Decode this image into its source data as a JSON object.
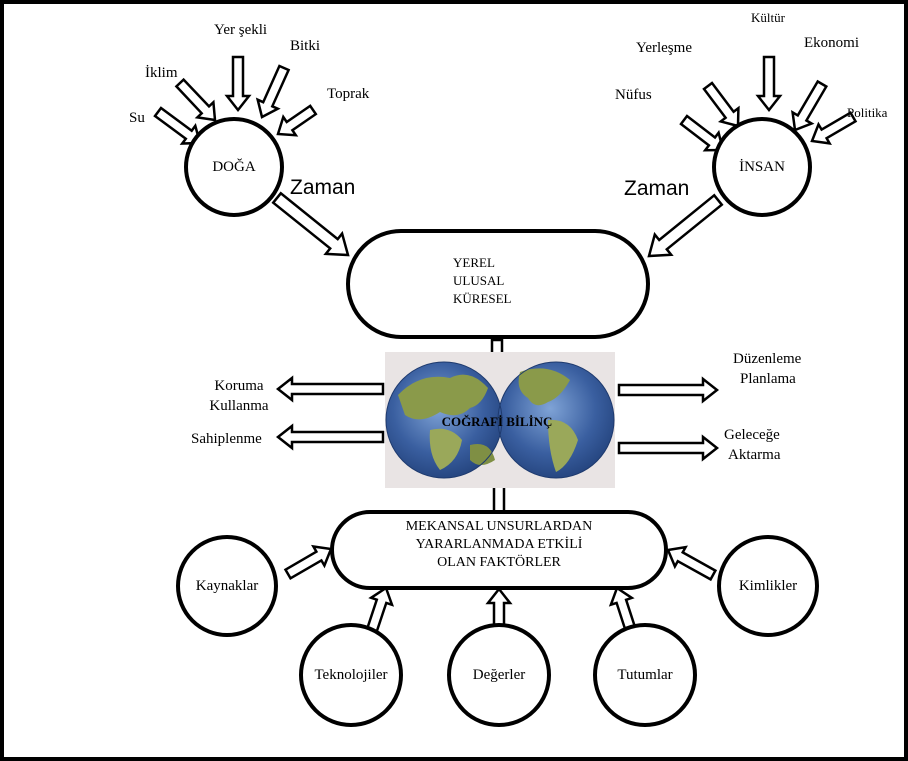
{
  "nodes": {
    "doga": "DOĞA",
    "insan": "İNSAN",
    "scale": [
      "YEREL",
      "ULUSAL",
      "KÜRESEL"
    ],
    "center": "COĞRAFİ BİLİNÇ",
    "factors": [
      "MEKANSAL UNSURLARDAN",
      "YARARLANMADA ETKİLİ",
      "OLAN FAKTÖRLER"
    ],
    "kaynaklar": "Kaynaklar",
    "teknolojiler": "Teknolojiler",
    "degerler": "Değerler",
    "tutumlar": "Tutumlar",
    "kimlikler": "Kimlikler"
  },
  "nature_inputs": [
    "Su",
    "İklim",
    "Yer şekli",
    "Bitki",
    "Toprak"
  ],
  "human_inputs": [
    "Nüfus",
    "Yerleşme",
    "Kültür",
    "Ekonomi",
    "Politika"
  ],
  "time_label": "Zaman",
  "outputs": {
    "left": [
      "Koruma",
      "Kullanma",
      "Sahiplenme"
    ],
    "right": [
      "Düzenleme",
      "Planlama",
      "Geleceğe",
      "Aktarma"
    ]
  },
  "colors": {
    "ocean": "#3a5fa0",
    "land": "#8a9a4a",
    "border": "#000000"
  }
}
